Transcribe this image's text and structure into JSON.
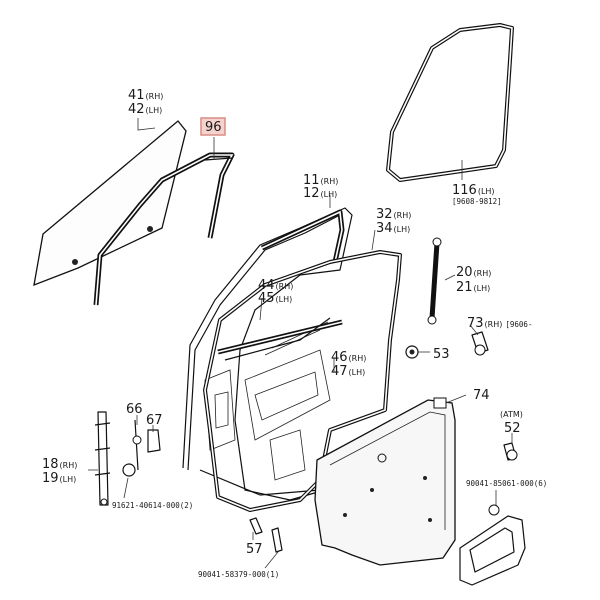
{
  "callouts": {
    "c41": {
      "num": "41",
      "side": "(RH)"
    },
    "c42": {
      "num": "42",
      "side": "(LH)"
    },
    "c96": {
      "num": "96"
    },
    "c116": {
      "num": "116",
      "side": "(LH)",
      "code": "[9608-9812]"
    },
    "c11": {
      "num": "11",
      "side": "(RH)"
    },
    "c12": {
      "num": "12",
      "side": "(LH)"
    },
    "c32": {
      "num": "32",
      "side": "(RH)"
    },
    "c34": {
      "num": "34",
      "side": "(LH)"
    },
    "c20": {
      "num": "20",
      "side": "(RH)"
    },
    "c21": {
      "num": "21",
      "side": "(LH)"
    },
    "c44": {
      "num": "44",
      "side": "(RH)"
    },
    "c45": {
      "num": "45",
      "side": "(LH)"
    },
    "c73": {
      "num": "73",
      "side": "(RH)",
      "code": "[9606-"
    },
    "c53": {
      "num": "53"
    },
    "c46": {
      "num": "46",
      "side": "(RH)"
    },
    "c47": {
      "num": "47",
      "side": "(LH)"
    },
    "c74": {
      "num": "74"
    },
    "c66": {
      "num": "66"
    },
    "c67": {
      "num": "67"
    },
    "c52": {
      "num": "52",
      "note": "(ATM)"
    },
    "c18": {
      "num": "18",
      "side": "(RH)"
    },
    "c19": {
      "num": "19",
      "side": "(LH)"
    },
    "c57": {
      "num": "57"
    }
  },
  "part_codes": {
    "left_bolt": "91621-40614-000(2)",
    "right_screw": "90041-85061-000(6)",
    "bottom_bolt": "90041-58379-000(1)"
  },
  "highlight": {
    "part": "96",
    "color": "#f6d2cf"
  }
}
